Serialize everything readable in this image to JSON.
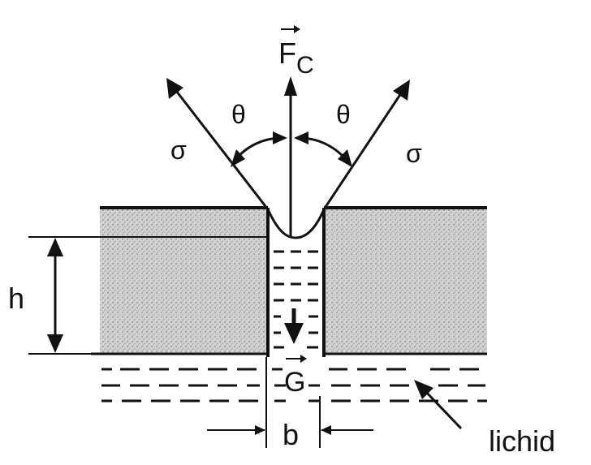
{
  "labels": {
    "force": "F",
    "force_sub": "C",
    "angle_left": "θ",
    "angle_right": "θ",
    "tension_left": "σ",
    "tension_right": "σ",
    "height": "h",
    "weight": "G",
    "width": "b",
    "liquid": "lichid"
  },
  "colors": {
    "ink": "#111111",
    "solid_fill": "#c9c9c9",
    "background": "#ffffff"
  },
  "icons": {
    "force_vector": "arrow-vector-icon",
    "weight_vector": "arrow-vector-icon"
  }
}
